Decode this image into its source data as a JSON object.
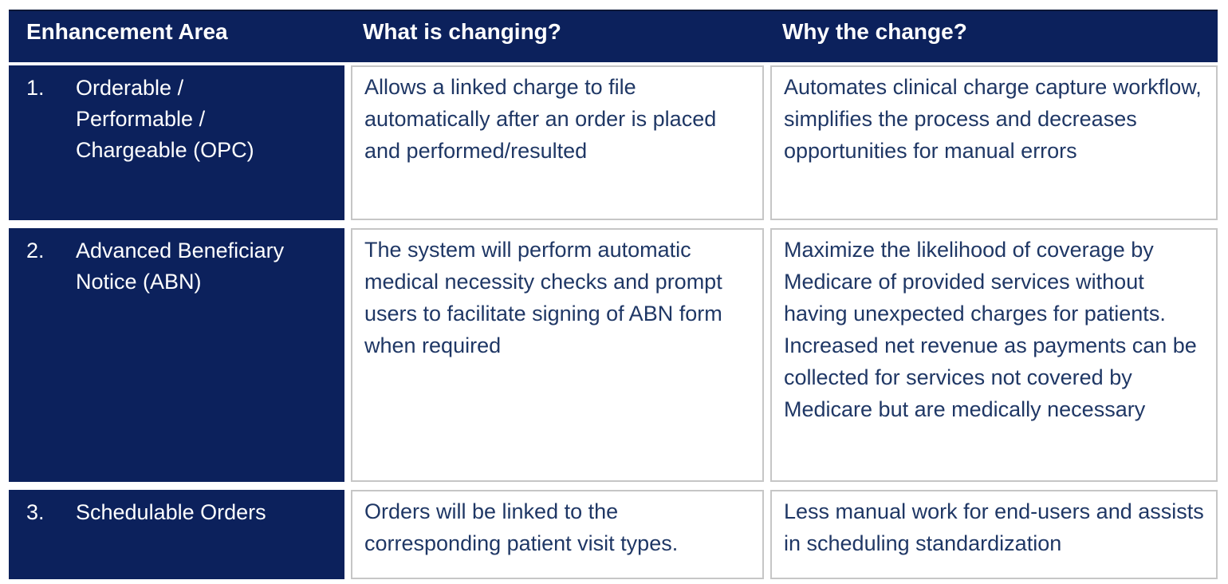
{
  "colors": {
    "navy": "#0C215C",
    "navy_dark": "#0A1838",
    "body_text": "#1F3765",
    "cell_border": "#C6C6C6",
    "header_text": "#FFFFFF",
    "page_bg": "#FFFFFF"
  },
  "table": {
    "header": {
      "columns": [
        "Enhancement Area",
        "What is changing?",
        "Why the change?"
      ]
    },
    "rows": [
      {
        "number": "1.",
        "area": "Orderable / Performable / Chargeable (OPC)",
        "what": "Allows a linked charge to file automatically after an order is placed and performed/resulted",
        "why": "Automates clinical charge capture workflow, simplifies the process and decreases opportunities for manual errors"
      },
      {
        "number": "2.",
        "area": "Advanced Beneficiary Notice (ABN)",
        "what": "The system will perform automatic medical necessity checks and prompt users to facilitate signing of ABN form when required",
        "why": "Maximize the likelihood of coverage by Medicare of provided services without having unexpected charges for patients. Increased net revenue as payments can be collected for services not covered by Medicare but are medically necessary"
      },
      {
        "number": "3.",
        "area": "Schedulable Orders",
        "what": "Orders will be linked to the corresponding patient visit types.",
        "why": "Less manual work for end-users and assists in scheduling standardization"
      }
    ]
  }
}
